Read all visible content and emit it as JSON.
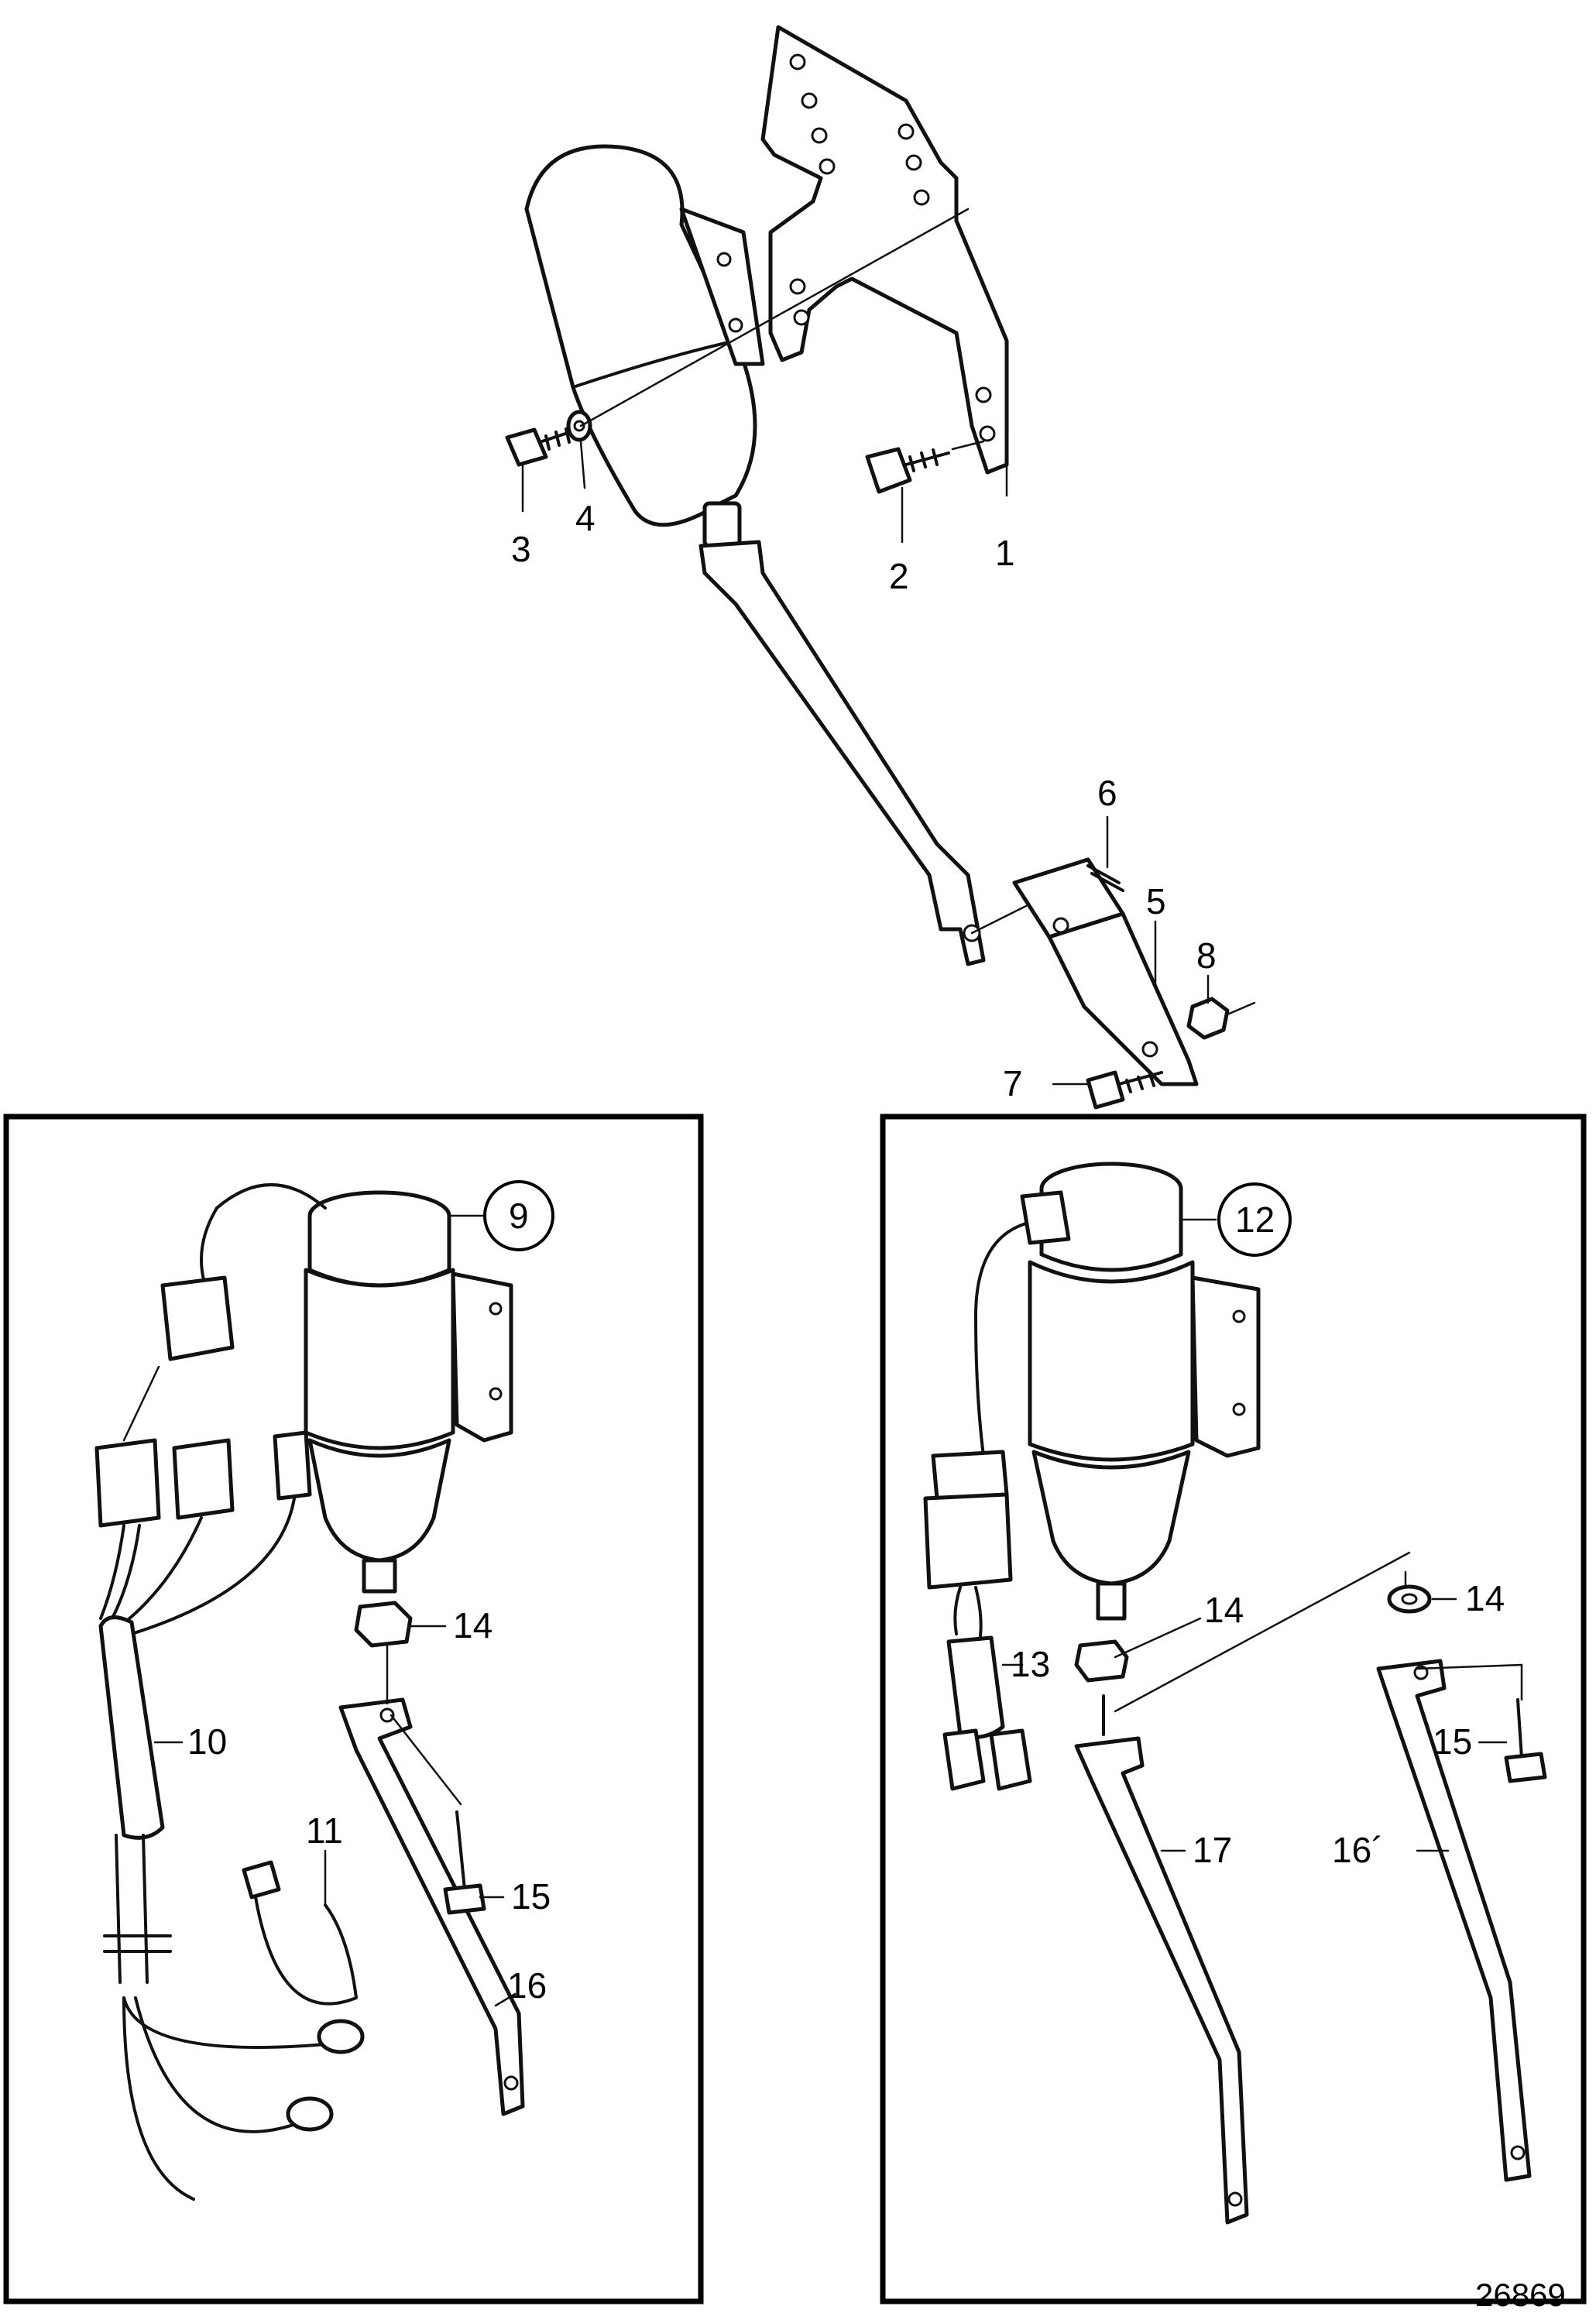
{
  "callouts": {
    "c1": "1",
    "c2": "2",
    "c3": "3",
    "c4": "4",
    "c5": "5",
    "c6": "6",
    "c7": "7",
    "c8": "8",
    "c9": "9",
    "c10": "10",
    "c11": "11",
    "c12": "12",
    "c13": "13",
    "c14a": "14",
    "c14b": "14",
    "c14c": "14",
    "c15a": "15",
    "c15b": "15",
    "c16a": "16",
    "c16b": "16´",
    "c17": "17"
  },
  "figure_number": "26869"
}
